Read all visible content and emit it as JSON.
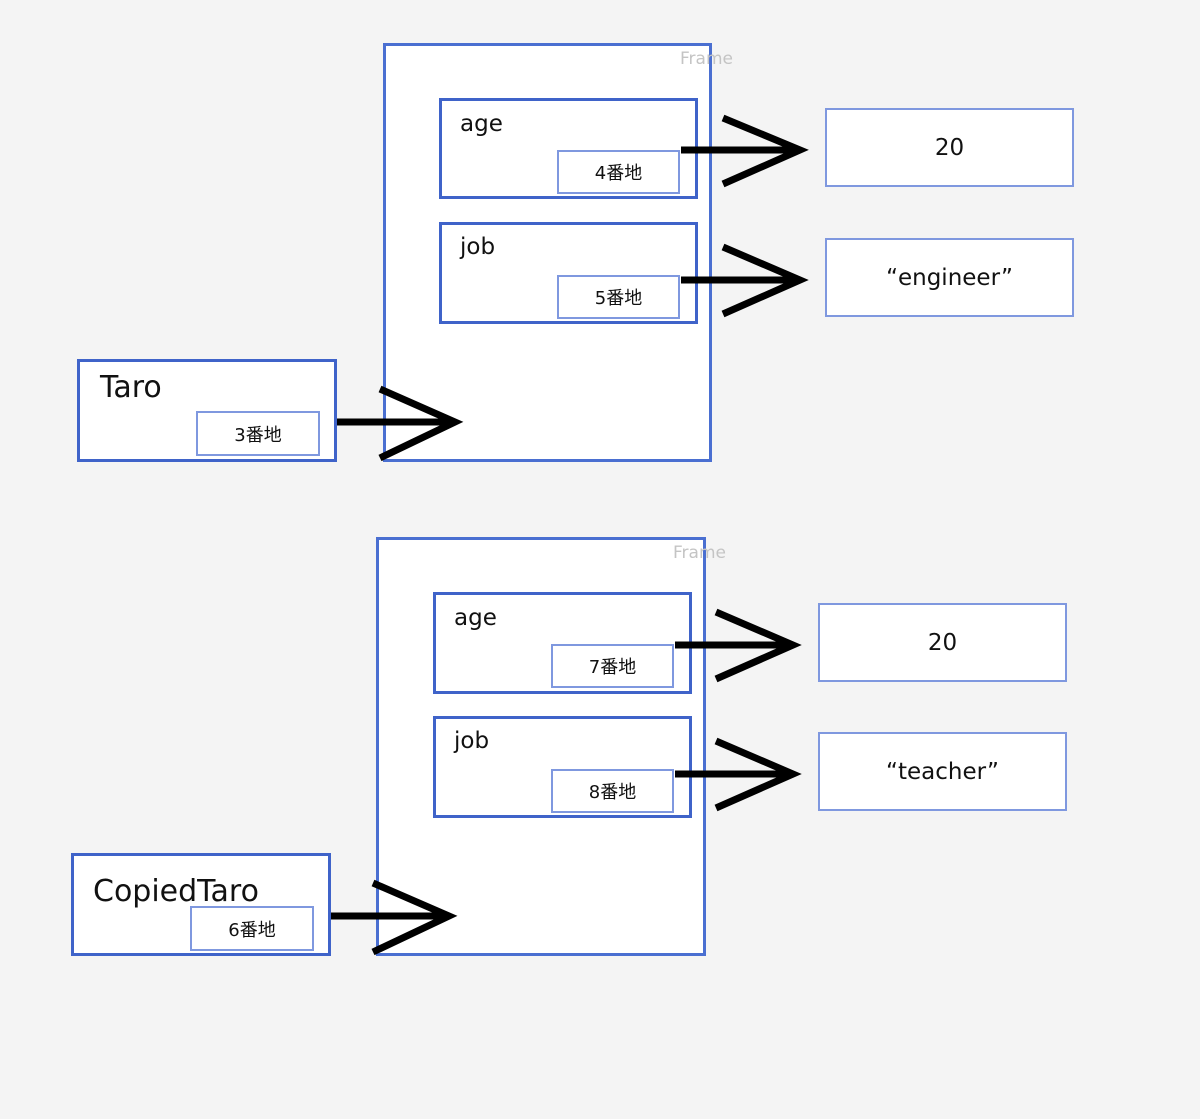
{
  "diagrams": [
    {
      "frame_label": "Frame",
      "object": {
        "name": "Taro",
        "address": "3番地"
      },
      "fields": [
        {
          "name": "age",
          "address": "4番地",
          "value": "20"
        },
        {
          "name": "job",
          "address": "5番地",
          "value": "“engineer”"
        }
      ]
    },
    {
      "frame_label": "Frame",
      "object": {
        "name": "CopiedTaro",
        "address": "6番地"
      },
      "fields": [
        {
          "name": "age",
          "address": "7番地",
          "value": "20"
        },
        {
          "name": "job",
          "address": "8番地",
          "value": "“teacher”"
        }
      ]
    }
  ],
  "colors": {
    "background": "#f4f4f4",
    "border_strong": "#3f63c9",
    "border_light": "#7f98df",
    "arrow": "#000000",
    "frame_label": "#c4c4c4"
  }
}
